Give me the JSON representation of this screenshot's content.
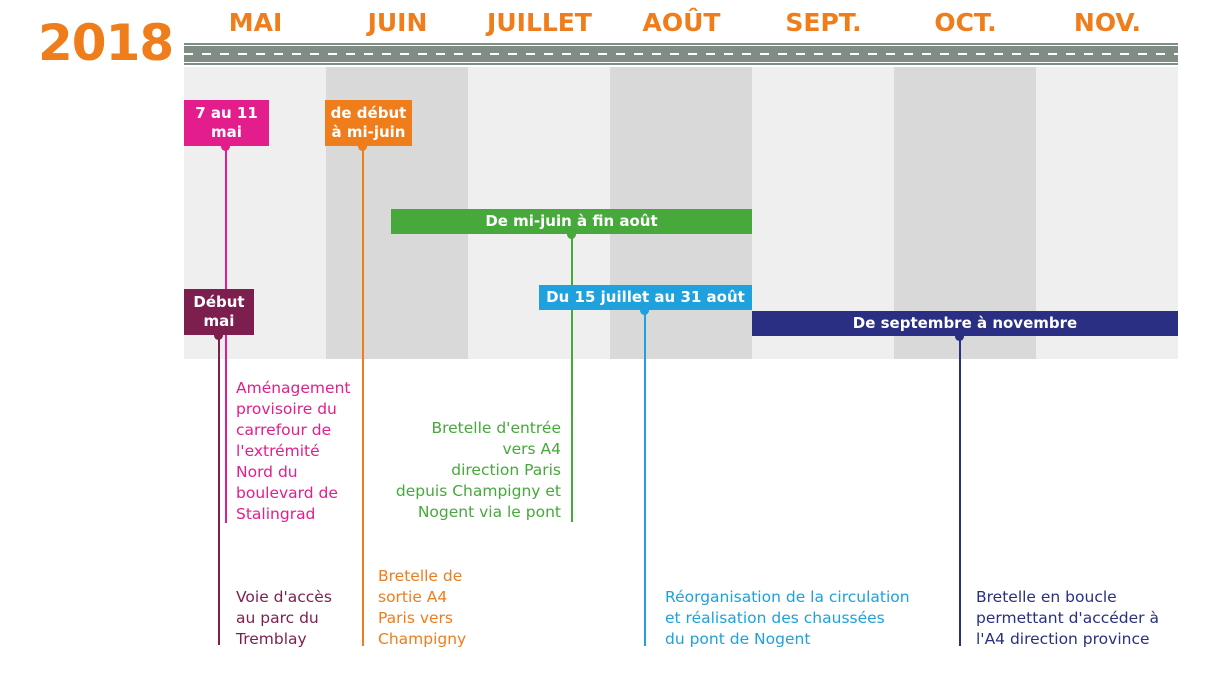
{
  "year": "2018",
  "months": [
    "MAI",
    "JUIN",
    "JUILLET",
    "AOÛT",
    "SEPT.",
    "OCT.",
    "NOV."
  ],
  "colors": {
    "orange": "#ef7d1b",
    "magenta": "#e31e8c",
    "plum": "#7c1f4e",
    "green": "#47a83c",
    "cyan": "#1ea1dc",
    "navy": "#2a2f83"
  },
  "events": [
    {
      "period": "7 au 11 mai",
      "period_lines": [
        "7 au 11",
        "mai"
      ],
      "description_lines": [
        "Aménagement",
        "provisoire du",
        "carrefour de",
        "l'extrémité",
        "Nord du",
        "boulevard de",
        "Stalingrad"
      ]
    },
    {
      "period": "de début à mi-juin",
      "period_lines": [
        "de début",
        "à mi-juin"
      ],
      "description_lines": [
        "Bretelle de",
        "sortie A4",
        "Paris vers",
        "Champigny"
      ]
    },
    {
      "period": "De mi-juin à fin août",
      "description_lines": [
        "Bretelle d'entrée",
        "vers A4",
        "direction Paris",
        "depuis Champigny et",
        "Nogent via le pont"
      ]
    },
    {
      "period": "Début mai",
      "period_lines": [
        "Début",
        "mai"
      ],
      "description_lines": [
        "Voie d'accès",
        "au parc du",
        "Tremblay"
      ]
    },
    {
      "period": "Du 15 juillet au 31 août",
      "description_lines": [
        "Réorganisation de la circulation",
        "et réalisation des chaussées",
        "du pont de Nogent"
      ]
    },
    {
      "period": "De septembre à novembre",
      "description_lines": [
        "Bretelle en boucle",
        "permettant d'accéder à",
        "l'A4 direction province"
      ]
    }
  ]
}
